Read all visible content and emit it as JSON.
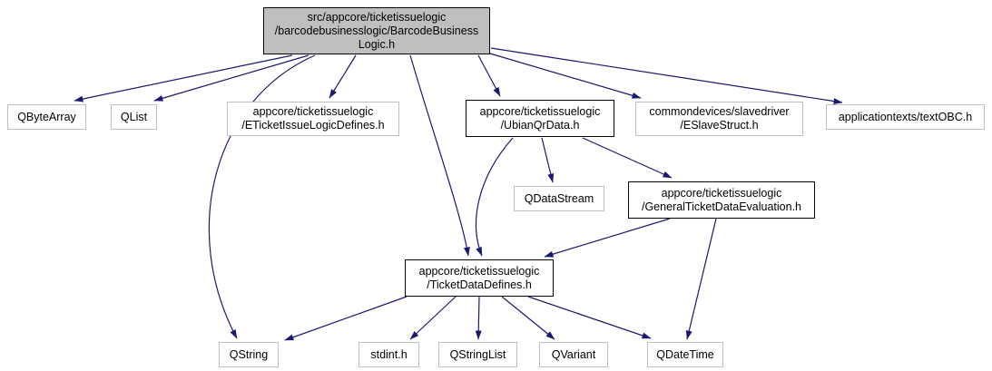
{
  "diagram": {
    "type": "include-dependency-graph",
    "colors": {
      "edge": "#191970",
      "root_fill": "#bfbfbf",
      "node_fill": "#ffffff",
      "internal_border": "#000000",
      "external_border": "#bfbfbf"
    },
    "nodes": {
      "root": {
        "label": "src/appcore/ticketissuelogic\n/barcodebusinesslogic/BarcodeBusiness\nLogic.h"
      },
      "qbytearray": {
        "label": "QByteArray"
      },
      "qlist": {
        "label": "QList"
      },
      "eticket_issue_logic_defines": {
        "label": "appcore/ticketissuelogic\n/ETicketIssueLogicDefines.h"
      },
      "ubian_qr_data": {
        "label": "appcore/ticketissuelogic\n/UbianQrData.h"
      },
      "eslave_struct": {
        "label": "commondevices/slavedriver\n/ESlaveStruct.h"
      },
      "text_obc": {
        "label": "applicationtexts/textOBC.h"
      },
      "qdatastream": {
        "label": "QDataStream"
      },
      "general_ticket_data_evaluation": {
        "label": "appcore/ticketissuelogic\n/GeneralTicketDataEvaluation.h"
      },
      "ticket_data_defines": {
        "label": "appcore/ticketissuelogic\n/TicketDataDefines.h"
      },
      "qstring": {
        "label": "QString"
      },
      "stdint": {
        "label": "stdint.h"
      },
      "qstringlist": {
        "label": "QStringList"
      },
      "qvariant": {
        "label": "QVariant"
      },
      "qdatetime": {
        "label": "QDateTime"
      }
    },
    "edges": [
      {
        "from": "root",
        "to": "qbytearray"
      },
      {
        "from": "root",
        "to": "qlist"
      },
      {
        "from": "root",
        "to": "eticket_issue_logic_defines"
      },
      {
        "from": "root",
        "to": "qstring"
      },
      {
        "from": "root",
        "to": "ticket_data_defines"
      },
      {
        "from": "root",
        "to": "ubian_qr_data"
      },
      {
        "from": "root",
        "to": "eslave_struct"
      },
      {
        "from": "root",
        "to": "text_obc"
      },
      {
        "from": "ubian_qr_data",
        "to": "qdatastream"
      },
      {
        "from": "ubian_qr_data",
        "to": "general_ticket_data_evaluation"
      },
      {
        "from": "ubian_qr_data",
        "to": "ticket_data_defines"
      },
      {
        "from": "general_ticket_data_evaluation",
        "to": "ticket_data_defines"
      },
      {
        "from": "general_ticket_data_evaluation",
        "to": "qdatetime"
      },
      {
        "from": "ticket_data_defines",
        "to": "qstring"
      },
      {
        "from": "ticket_data_defines",
        "to": "stdint"
      },
      {
        "from": "ticket_data_defines",
        "to": "qstringlist"
      },
      {
        "from": "ticket_data_defines",
        "to": "qvariant"
      },
      {
        "from": "ticket_data_defines",
        "to": "qdatetime"
      }
    ]
  }
}
